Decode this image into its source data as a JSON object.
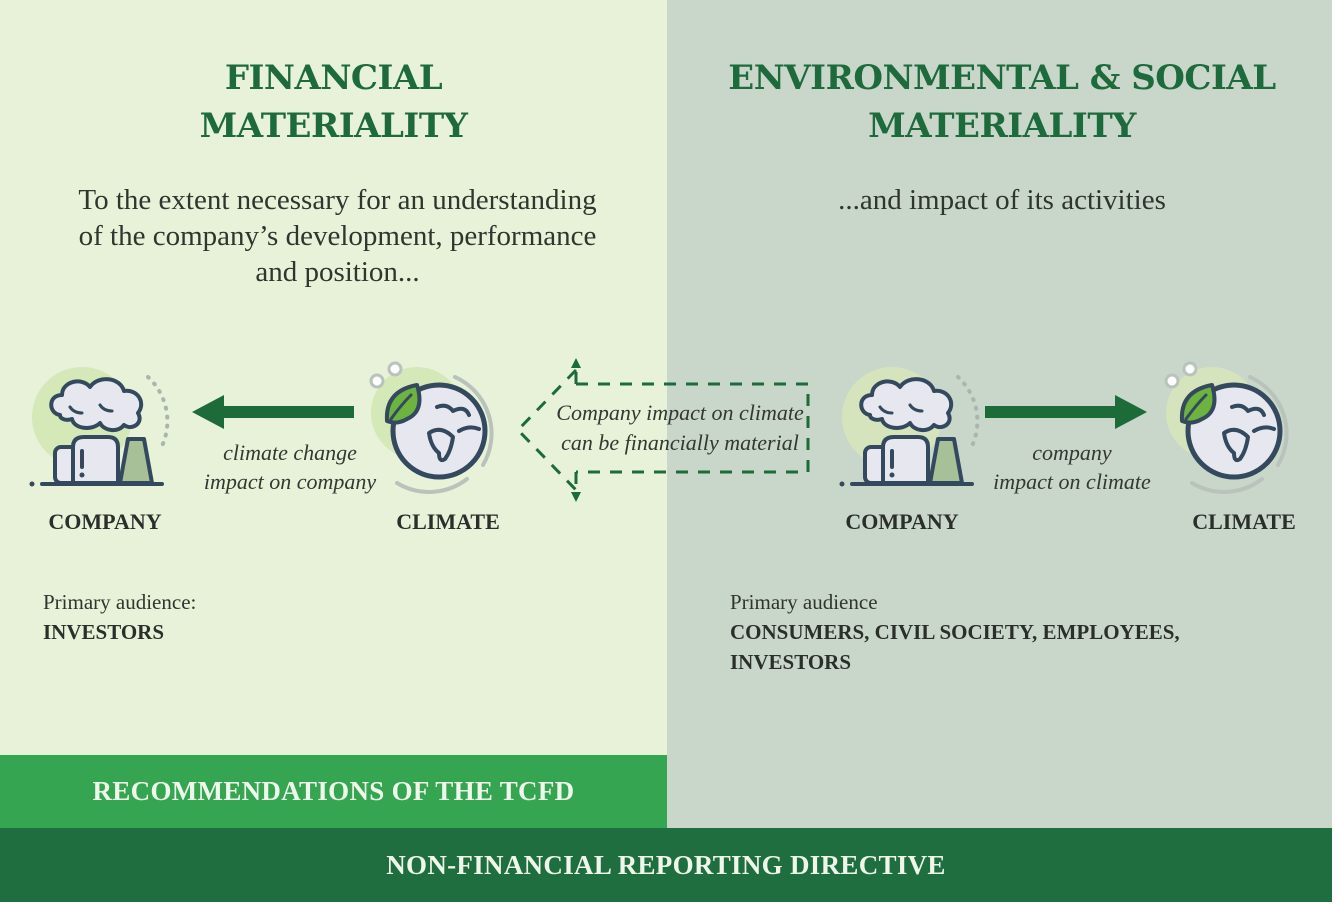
{
  "colors": {
    "left_panel_bg": "#e7f2d9",
    "right_panel_bg": "#c9d6ca",
    "title_green": "#1d6a3c",
    "arrow_green": "#1e6b3a",
    "tcfd_bar": "#35a552",
    "nfrd_bar": "#1f6e3f",
    "icon_stroke": "#33475b",
    "leaf_green": "#6cb33f"
  },
  "left": {
    "title_line1": "FINANCIAL",
    "title_line2": "MATERIALITY",
    "lead_line1": "To the extent necessary for an understanding",
    "lead_line2": "of the company’s development, performance",
    "lead_line3": "and position...",
    "node_from": {
      "label": "CLIMATE",
      "icon": "globe-leaf-icon"
    },
    "node_to": {
      "label": "COMPANY",
      "icon": "factory-icon"
    },
    "arrow_direction": "left",
    "arrow_label_line1": "climate change",
    "arrow_label_line2": "impact on company",
    "audience_label": "Primary audience:",
    "audience_value": "INVESTORS"
  },
  "callout": {
    "line1": "Company impact on climate",
    "line2": "can be financially material",
    "style": "dashed-arrow-left"
  },
  "right": {
    "title_line1": "ENVIRONMENTAL & SOCIAL",
    "title_line2": "MATERIALITY",
    "lead_line1": "...and impact of its activities",
    "node_from": {
      "label": "COMPANY",
      "icon": "factory-icon"
    },
    "node_to": {
      "label": "CLIMATE",
      "icon": "globe-leaf-icon"
    },
    "arrow_direction": "right",
    "arrow_label_line1": "company",
    "arrow_label_line2": "impact on climate",
    "audience_label": "Primary audience",
    "audience_value_line1": "CONSUMERS, CIVIL SOCIETY, EMPLOYEES,",
    "audience_value_line2": "INVESTORS"
  },
  "bars": {
    "tcfd": "RECOMMENDATIONS OF THE TCFD",
    "nfrd": "NON-FINANCIAL REPORTING DIRECTIVE"
  }
}
